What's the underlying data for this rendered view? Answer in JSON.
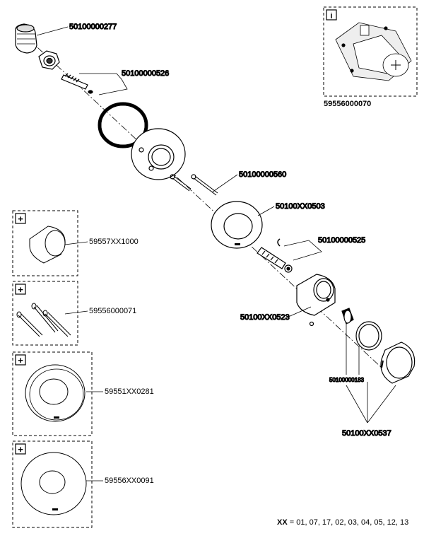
{
  "parts": {
    "p277": "50100000277",
    "p526": "50100000526",
    "p560": "50100000560",
    "p503": "50100XX0503",
    "p525": "50100000525",
    "p523": "50100XX0523",
    "p183": "50100000183",
    "p537": "50100XX0537"
  },
  "info_box": {
    "icon": "i",
    "part": "59556000070"
  },
  "kits": [
    {
      "icon": "+",
      "part": "59557XX1000"
    },
    {
      "icon": "+",
      "part": "59556000071"
    },
    {
      "icon": "+",
      "part": "59551XX0281"
    },
    {
      "icon": "+",
      "part": "59556XX0091"
    }
  ],
  "footer": {
    "key": "XX",
    "sep": " = ",
    "values": "01, 07, 17, 02, 03, 04, 05, 12, 13"
  }
}
